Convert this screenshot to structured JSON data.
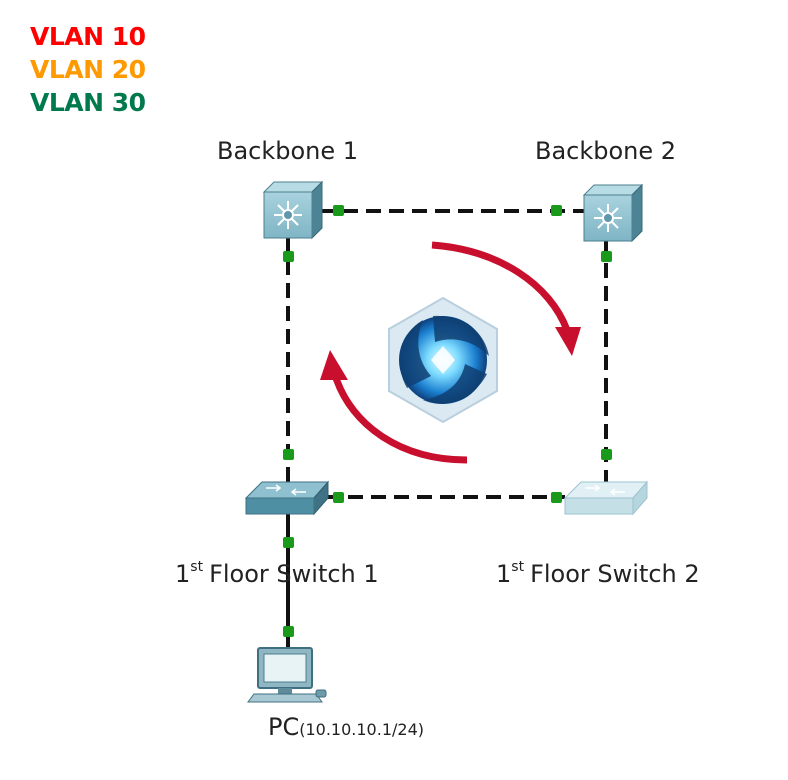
{
  "legend": [
    {
      "label": "VLAN 10",
      "color": "#ff0000"
    },
    {
      "label": "VLAN 20",
      "color": "#ff9900"
    },
    {
      "label": "VLAN 30",
      "color": "#007a4c"
    }
  ],
  "devices": {
    "backbone1": {
      "label": "Backbone 1"
    },
    "backbone2": {
      "label": "Backbone 2"
    },
    "floor_switch1": {
      "sup": "st",
      "prefix": "1",
      "label": "Floor Switch 1"
    },
    "floor_switch2": {
      "sup": "st",
      "prefix": "1",
      "label": "Floor Switch 2"
    },
    "pc": {
      "label": "PC",
      "ip": "(10.10.10.1/24)"
    }
  },
  "colors": {
    "link": "#111111",
    "port": "#1a9a1a",
    "arrow": "#c8102e",
    "switch_l3": "#6aa7b8",
    "switch_l2_active": "#4f8fa3",
    "switch_l2_inactive": "#c5dfe6"
  },
  "icons": [
    "layer3-switch-icon",
    "layer2-switch-icon",
    "pc-icon",
    "heroes-logo-icon",
    "rotation-arrow-icon"
  ]
}
